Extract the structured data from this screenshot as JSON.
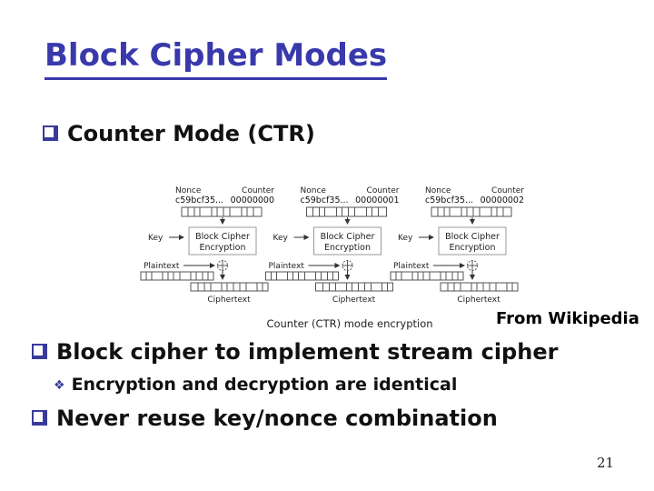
{
  "title": "Block Cipher Modes",
  "page_number": "21",
  "bullets": [
    {
      "label": "Counter Mode (CTR)"
    },
    {
      "label": "Block cipher to implement stream cipher"
    },
    {
      "label": "Never reuse key/nonce combination"
    }
  ],
  "sub_bullet": {
    "label": "Encryption and decryption are identical"
  },
  "attribution": "From Wikipedia",
  "icons": {
    "sub_bullet_marker": "❖"
  },
  "diagram": {
    "caption": "Counter (CTR) mode encryption",
    "labels": {
      "nonce": "Nonce",
      "counter": "Counter",
      "key": "Key",
      "plaintext": "Plaintext",
      "ciphertext": "Ciphertext",
      "box_line1": "Block Cipher",
      "box_line2": "Encryption"
    },
    "units": [
      {
        "nonce_value": "c59bcf35...",
        "counter_value": "00000000"
      },
      {
        "nonce_value": "c59bcf35...",
        "counter_value": "00000001"
      },
      {
        "nonce_value": "c59bcf35...",
        "counter_value": "00000002"
      }
    ]
  },
  "colors": {
    "title": "#3939ac",
    "bullet_marker": "#3a3a9d",
    "body_text": "#111111"
  }
}
